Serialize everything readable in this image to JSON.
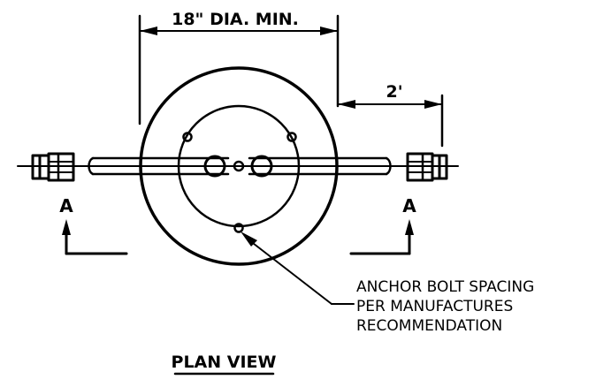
{
  "drawing": {
    "dimension_diameter": "18\" DIA. MIN.",
    "dimension_offset": "2'",
    "section_mark_left": "A",
    "section_mark_right": "A",
    "note_lines": [
      "ANCHOR BOLT SPACING",
      "PER MANUFACTURES",
      "RECOMMENDATION"
    ],
    "view_title": "PLAN VIEW"
  },
  "colors": {
    "ink": "#000000",
    "background": "#ffffff"
  }
}
